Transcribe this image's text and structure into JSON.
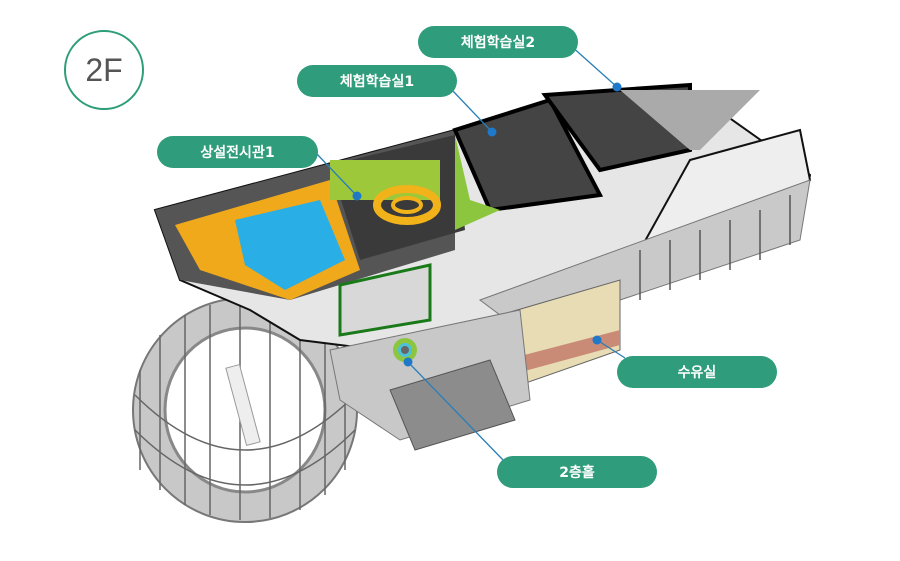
{
  "floor": {
    "label": "2F"
  },
  "colors": {
    "accent": "#2f9c7b",
    "leader_line": "#2a7fb8",
    "dot": "#1f78c8"
  },
  "labels": [
    {
      "id": "experience-room-2",
      "text": "체험학습실2"
    },
    {
      "id": "experience-room-1",
      "text": "체험학습실1"
    },
    {
      "id": "permanent-exhibition-1",
      "text": "상설전시관1"
    },
    {
      "id": "nursing-room",
      "text": "수유실"
    },
    {
      "id": "second-floor-hall",
      "text": "2층홀"
    }
  ]
}
